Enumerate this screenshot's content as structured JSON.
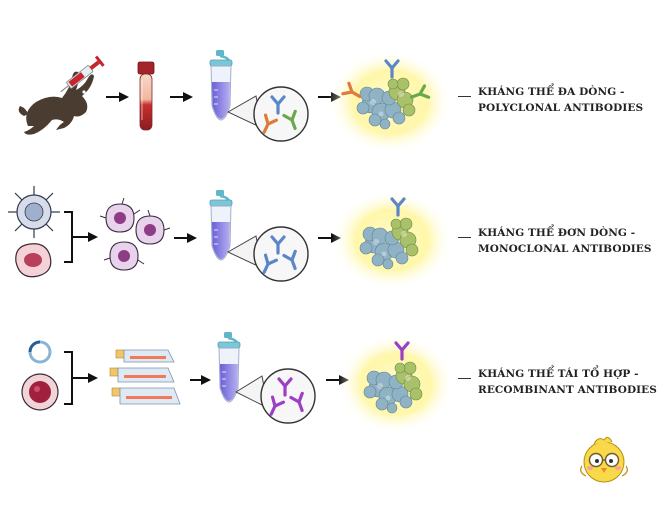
{
  "rows": [
    {
      "id": "polyclonal",
      "label_line1": "KHÁNG THỂ ĐA DÒNG -",
      "label_line2": "POLYCLONAL ANTIBODIES"
    },
    {
      "id": "monoclonal",
      "label_line1": "KHÁNG THỂ ĐƠN DÒNG -",
      "label_line2": "MONOCLONAL ANTIBODIES"
    },
    {
      "id": "recombinant",
      "label_line1": "KHÁNG THỂ TÁI TỔ HỢP -",
      "label_line2": "RECOMBINANT ANTIBODIES"
    }
  ],
  "colors": {
    "antibody_blue": "#5b86c8",
    "antibody_orange": "#e07a3c",
    "antibody_green": "#6aa84f",
    "antibody_purple": "#9b3fc4",
    "tube_liquid": "#8b80e0",
    "tube_cap": "#5fb7c9",
    "protein_blue": "#8fb3c4",
    "protein_green": "#a9c16a",
    "glow": "#fff7a8",
    "blood_red": "#b3242a",
    "rabbit": "#4a3c30"
  },
  "icons": {
    "row1": [
      "rabbit-icon",
      "syringe-icon",
      "blood-tube-icon",
      "microtube-icon",
      "magnifier-icon",
      "protein-antigen-icon"
    ],
    "row2": [
      "immune-cell-icon",
      "myeloma-cell-icon",
      "hybridoma-cell-icon",
      "microtube-icon",
      "magnifier-icon",
      "protein-antigen-icon"
    ],
    "row3": [
      "plasmid-icon",
      "host-cell-icon",
      "culture-flask-icon",
      "microtube-icon",
      "magnifier-icon",
      "protein-antigen-icon"
    ],
    "mascot": "chick-mascot-icon"
  }
}
